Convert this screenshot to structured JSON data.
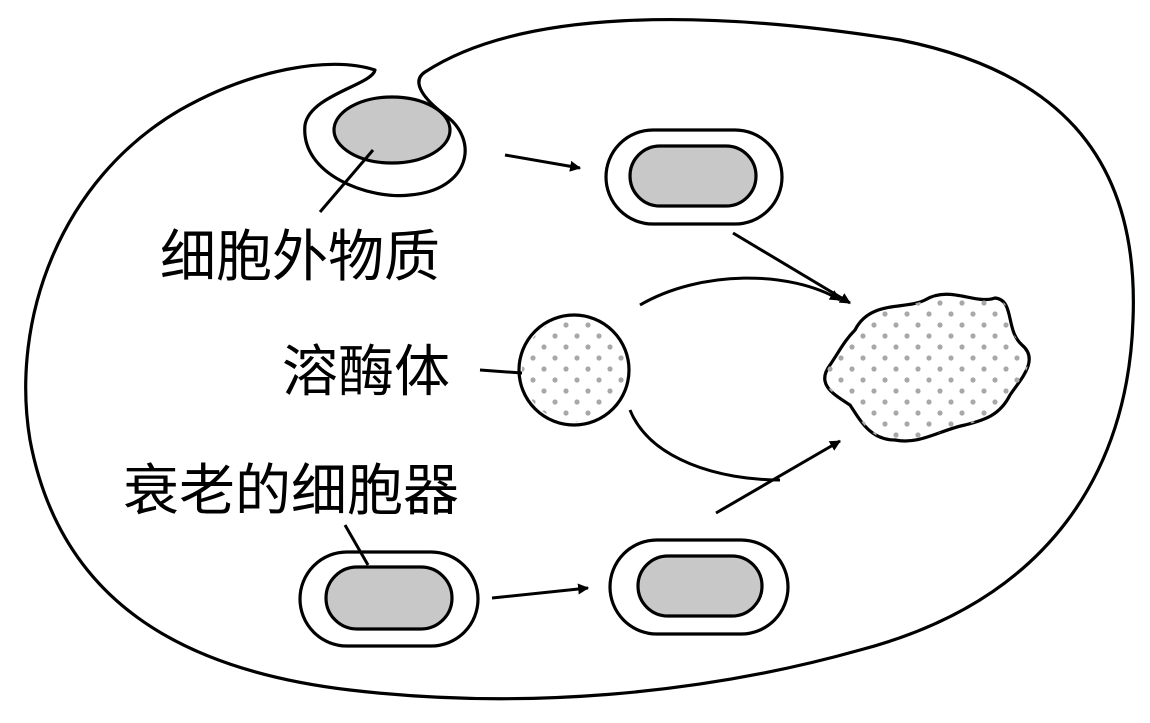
{
  "labels": {
    "extracellular_substance": "细胞外物质",
    "lysosome": "溶酶体",
    "aging_organelle": "衰老的细胞器"
  },
  "colors": {
    "outline": "#000000",
    "fill_gray": "#c8c8c8",
    "dot_gray": "#a8a8a8",
    "background": "#ffffff"
  }
}
